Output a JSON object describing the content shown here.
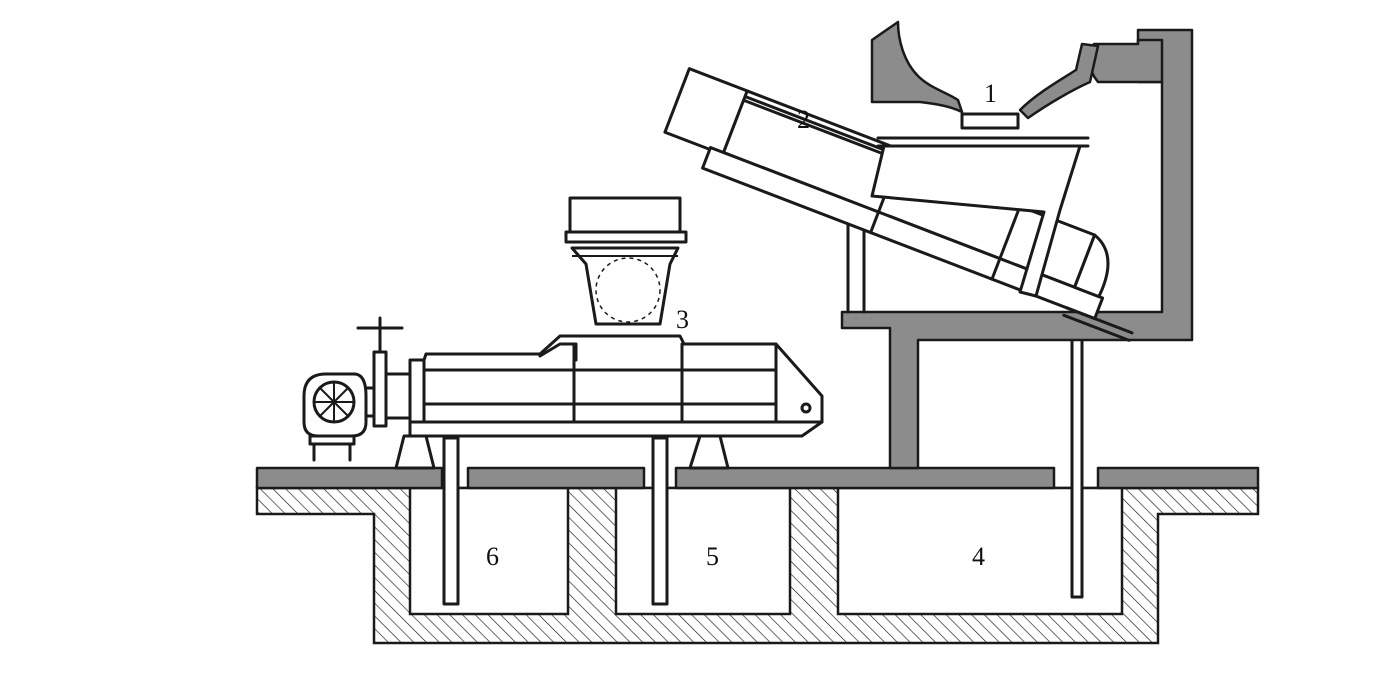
{
  "colors": {
    "structure_fill": "#8c8c8c",
    "stroke": "#1a1a1a",
    "hatch": "#1a1a1a",
    "background": "#ffffff"
  },
  "labels": {
    "l1": "1",
    "l2": "2",
    "l3": "3",
    "l4": "4",
    "l5": "5",
    "l6": "6"
  }
}
